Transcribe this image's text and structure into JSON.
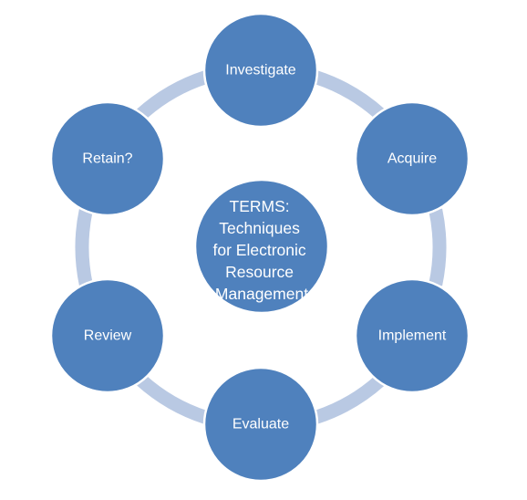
{
  "center": {
    "lines": [
      "TERMS:",
      "Techniques",
      "for Electronic",
      "Resource",
      "Management"
    ]
  },
  "nodes": [
    {
      "label": "Investigate"
    },
    {
      "label": "Acquire"
    },
    {
      "label": "Implement"
    },
    {
      "label": "Evaluate"
    },
    {
      "label": "Review"
    },
    {
      "label": "Retain?"
    }
  ],
  "colors": {
    "node_fill": "#4f81bd",
    "ring": "#b9c9e3",
    "text": "#ffffff",
    "node_border": "#ffffff"
  }
}
